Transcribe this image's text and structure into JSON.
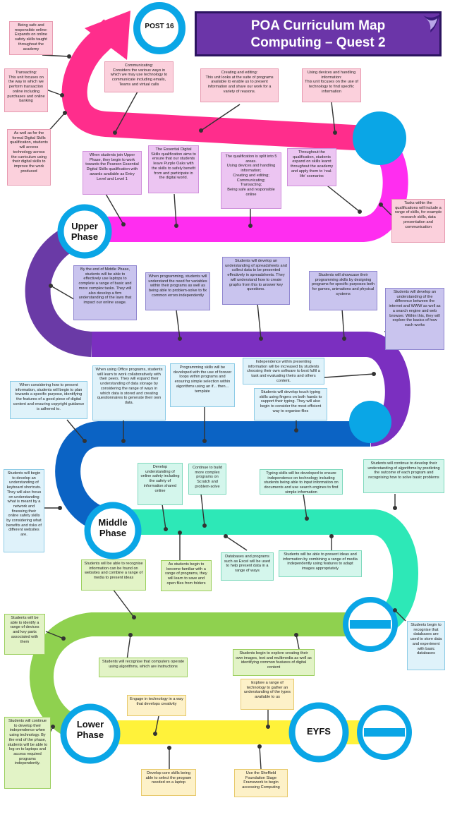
{
  "title_line1": "POA Curriculum Map",
  "title_line2": "Computing – Quest 2",
  "markers": {
    "post16": "POST 16",
    "upper": "Upper\nPhase",
    "middle": "Middle\nPhase",
    "lower": "Lower\nPhase",
    "eyfs": "EYFS"
  },
  "colors": {
    "pink": "#ff2d8c",
    "magenta": "#ff2df0",
    "purple": "#6a3aa6",
    "violet": "#7b2fc0",
    "blue": "#0b63c4",
    "cyan": "#0aa6e6",
    "mint": "#2de8b7",
    "lime": "#8fd14f",
    "yellow": "#fff23a",
    "title_bg": "#6b35a8"
  },
  "boxes": {
    "b1": "Being safe and responsible online: Expands on online safety skills taught throughout the academy",
    "b2": "Transacting:\nThis unit focuses on the way in which we perform transaction online including purchases and online banking",
    "b3": "As well as for the formal Digital Skills qualification, students will access technology across the curriculum using their digital skills to improve the work produced",
    "b4": "Communicating:\nConsiders the various ways in which we may use technology to communicate including emails, Teams and virtual calls",
    "b5": "Creating and editing:\nThis unit looks at the suite of programs available to enable us to present information and share our work for a variety of reasons.",
    "b6": "Using devices and handling information:\nThis unit focuses on the use of technology to find specific information",
    "b7": "When students join Upper Phase, they begin to work towards the Pearson Essential Digital Skills qualification with awards available as Entry Level and Level 1",
    "b8": "The Essential Digital Skills qualification aims to ensure that our students leave Purple Oaks with the skills to safely benefit from and participate in the digital world.",
    "b9": "The qualification is split into 5 areas.\nUsing devices and handling information;\nCreating and editing;\nCommunicating;\nTransacting;\nBeing safe and responsible online",
    "b10": "Throughout the qualification, students expand on skills learnt throughout the academy and apply them to 'real-life' scenarios",
    "b11": "Tasks within the qualifications will include a range of skills, for example research skills, data presentation and communication",
    "b12": "By the end of Middle Phase, students will be able to effectively use laptops to complete a range of basic and more complex tasks. They will also develop a firm understanding of the laws that impact our online usage.",
    "b13": "When programming, students will understand the need for variables within their programs as well as being able to problem-solve to fix common errors independently",
    "b14": "Students will develop an understanding of spreadsheets and collect data to be presented effectively in spreadsheets. They will understand how to create graphs from this to answer key questions.",
    "b15": "Students will showcase their programming skills by designing programs for specific purposes both for games, animations and physical systems",
    "b16": "Students will develop an understanding of the difference between the internet and WWW as well as a search engine and web browser. Within this, they will explore the basics of how each works",
    "b17": "When considering how to present information, students will begin to plan towards a specific purpose, identifying the features of a good piece of digital content and ensuring copyright guidance is adhered to.",
    "b18": "When using Office programs, students will learn to work collaboratively with their peers. They will expand their understanding of data storage by considering the range of ways in which data is stored and creating questionnaires to generate their own data.",
    "b19": "Programming skills will be developed with the use of forever loops within programs and ensuring simple selection within algorithms using an if... then... template",
    "b20": "Independence within presenting information will be increased by students choosing their own software to best fulfil a task and evaluating theirs and others content.",
    "b21": "Students will develop touch typing skills using fingers on both hands to support their typing. They will also begin to consider the most efficient way to organise files",
    "b22": "Students will begin to develop an understanding of keyboard shortcuts. They will also focus on understanding what is meant by a network and finessing their online safety skills by considering what benefits and risks of different websites are.",
    "b23": "Develop understanding of online safety including the safety of information shared online",
    "b24": "Continue to build more complex programs on Scratch and problem-solve",
    "b25": "Typing skills will be developed to ensure independence on technology including students being able to input information on documents and use search engines to find simple information",
    "b26": "Students will continue to develop their understanding of algorithms by predicting the outcome of each program and recognising how to solve basic problems",
    "b27": "Students will be able to recognise information can be found on websites and combine a range of media to present ideas",
    "b28": "As students begin to become familiar with a range of programs, they will learn to save and open files from folders",
    "b29": "Databases and programs such as Excel will be used to help present data in a range of ways",
    "b30": "Students will be able to present ideas and information by combining a range of media independently using features to adapt images appropriately",
    "b31": "Students will be able to identify a range of devices and key parts associated with them",
    "b32": "Students will recognise that computers operate using algorithms, which are instructions",
    "b33": "Students begin to explore creating their own images, text and multimedia as well as identifying common features of digital content",
    "b34": "Students begin to recognise that databases are used to store data and experiment with basic databases",
    "b35": "Engage in technology in a way that develops creativity",
    "b36": "Explore a range of technology to gather an understanding of the types available to us",
    "b37": "Students will continue to develop their independence when using technology. By the end of the phase, students will be able to log on to laptops and access required programs independently.",
    "b38": "Develop core skills being able to select the program needed on a laptop",
    "b39": "Use the Sheffield Foundation Stage Framework to begin accessing Computing"
  }
}
